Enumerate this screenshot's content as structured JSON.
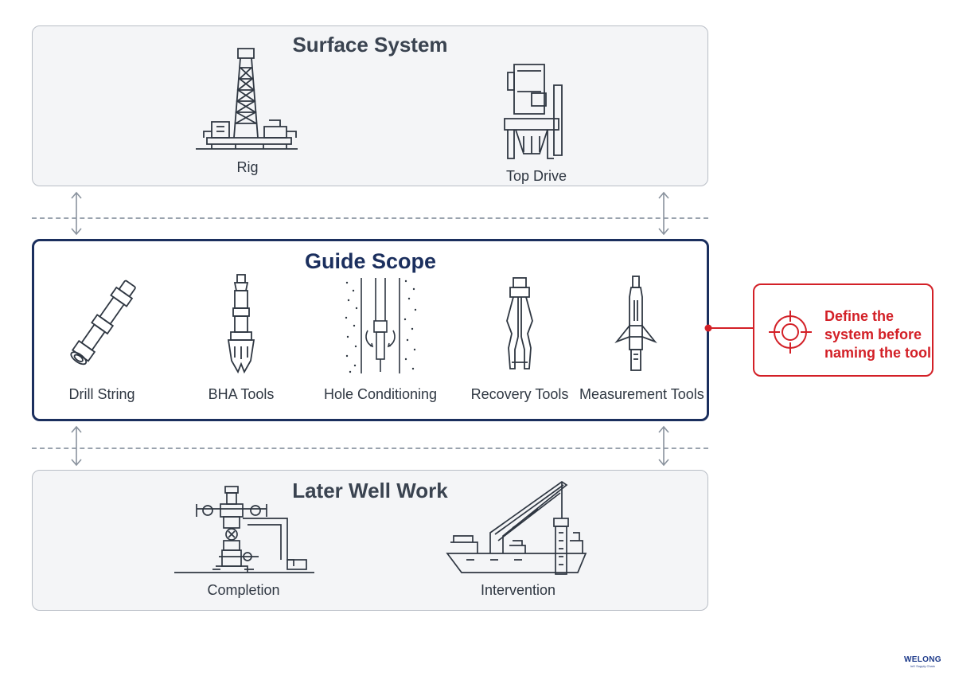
{
  "surface": {
    "title": "Surface System",
    "items": [
      {
        "label": "Rig",
        "icon": "drilling-rig-icon"
      },
      {
        "label": "Top Drive",
        "icon": "top-drive-icon"
      }
    ]
  },
  "scope": {
    "title": "Guide Scope",
    "items": [
      {
        "label": "Drill String",
        "icon": "drill-string-icon"
      },
      {
        "label": "BHA Tools",
        "icon": "bha-tool-icon"
      },
      {
        "label": "Hole Conditioning",
        "icon": "hole-conditioning-icon"
      },
      {
        "label": "Recovery Tools",
        "icon": "fishing-tool-icon"
      },
      {
        "label": "Measurement Tools",
        "icon": "measurement-tool-icon"
      }
    ]
  },
  "later": {
    "title": "Later Well Work",
    "items": [
      {
        "label": "Completion",
        "icon": "wellhead-icon"
      },
      {
        "label": "Intervention",
        "icon": "crane-vessel-icon"
      }
    ]
  },
  "callout": {
    "text": "Define the system before naming the tool",
    "icon": "target-icon",
    "color": "#d32027"
  },
  "logo": {
    "name": "WELONG",
    "subtitle": "Int'l Supply Chain"
  },
  "colors": {
    "scope_border": "#1b2f5e",
    "panel_fill": "#f4f5f7",
    "panel_border": "#b9bec6",
    "connector": "#8a939e"
  }
}
